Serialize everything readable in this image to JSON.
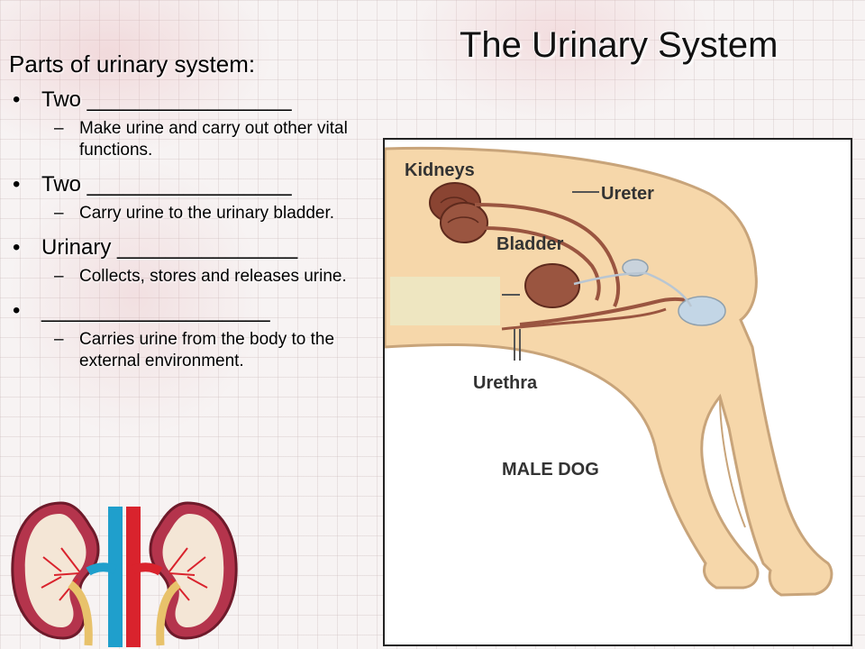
{
  "title": "The Urinary System",
  "heading": "Parts of urinary system:",
  "bullets": [
    {
      "text": "Two _________________",
      "sub": "Make urine and carry out other vital functions."
    },
    {
      "text": "Two _________________",
      "sub": "Carry urine to the urinary bladder."
    },
    {
      "text": "Urinary _______________",
      "sub": "Collects, stores and releases urine."
    },
    {
      "text": "___________________",
      "sub": "Carries urine from the body to the external environment."
    }
  ],
  "sub_marker": "–",
  "diagram": {
    "labels": {
      "kidneys": "Kidneys",
      "ureter": "Ureter",
      "bladder": "Bladder",
      "urethra": "Urethra",
      "caption": "MALE DOG"
    }
  },
  "colors": {
    "dog_body": "#f6d7aa",
    "dog_outline": "#c8a47a",
    "kidney": "#8a4432",
    "tube": "#9a5540",
    "blood_red": "#d9232d",
    "blood_blue": "#1f9fcc"
  }
}
